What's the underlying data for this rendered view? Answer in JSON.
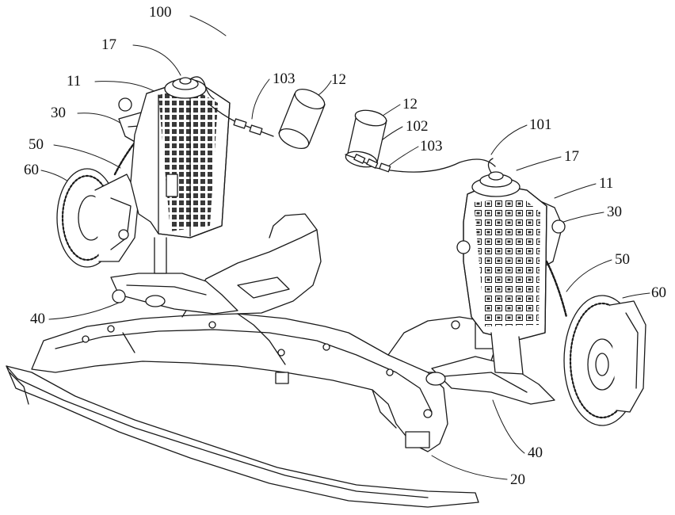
{
  "figure": {
    "assembly_ref": "100",
    "callouts": {
      "l17": "17",
      "l11": "11",
      "l30": "30",
      "l50": "50",
      "l60": "60",
      "l40": "40",
      "l103": "103",
      "l12": "12",
      "r12": "12",
      "r102": "102",
      "r103": "103",
      "r101": "101",
      "r17": "17",
      "r11": "11",
      "r30": "30",
      "r50": "50",
      "r60": "60",
      "r40": "40",
      "c20": "20"
    }
  },
  "style": {
    "line_color": "#1a1a1a",
    "panel_color": "#3a3a3a"
  }
}
